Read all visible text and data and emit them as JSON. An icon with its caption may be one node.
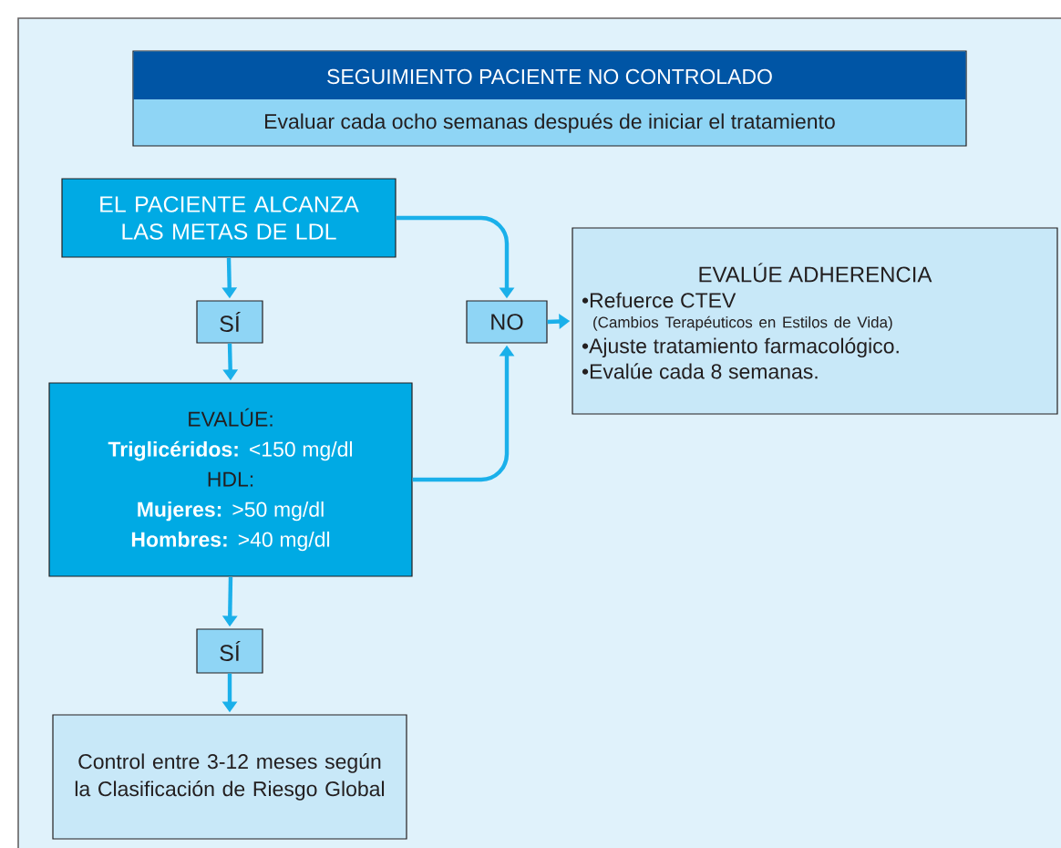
{
  "diagram": {
    "nodes": [
      {
        "text": [
          "SEGUIMIENTO PACIENTE NO CONTROLADO",
          "Evaluar cada ocho semanas después de iniciar el tratamiento"
        ]
      },
      {
        "text": [
          "EL PACIENTE ALCANZA LAS METAS DE LDL"
        ]
      },
      {
        "text": [
          "SÍ"
        ]
      },
      {
        "text": [
          "NO"
        ]
      },
      {
        "text": [
          "EVALÚE ADHERENCIA",
          "•Refuerce CTEV",
          "(Cambios Terapéuticos en Estilos de Vida)",
          "•Ajuste tratamiento farmacológico.",
          "•Evalúe cada 8 semanas."
        ]
      },
      {
        "text": [
          "EVALÚE:",
          "**Triglicéridos:** <150 mg/dl",
          "HDL:",
          "**Mujeres:** >50 mg/dl",
          "**Hombres:** >40 mg/dl"
        ]
      },
      {
        "text": [
          "SÍ"
        ]
      },
      {
        "text": [
          "Control entre 3-12 meses según la Clasificación de Riesgo Global"
        ]
      }
    ],
    "edges": [
      {
        "from": 1,
        "to": 2,
        "arrow": "to"
      },
      {
        "from": 2,
        "to": 5,
        "arrow": "to"
      },
      {
        "from": 1,
        "to": 3,
        "arrow": "to"
      },
      {
        "from": 5,
        "to": 3,
        "arrow": "to"
      },
      {
        "from": 3,
        "to": 4,
        "arrow": "to"
      },
      {
        "from": 5,
        "to": 6,
        "arrow": "to"
      },
      {
        "from": 6,
        "to": 7,
        "arrow": "to"
      }
    ]
  }
}
